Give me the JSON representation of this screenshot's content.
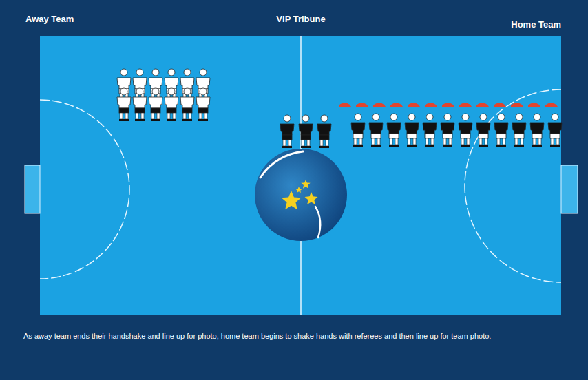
{
  "diagram": {
    "caption": "As away team ends their handshake and line up for photo, home team begins to shake hands with referees and then line up for team photo.",
    "labels": [
      "Away Team",
      "VIP Tribune",
      "Home Team"
    ]
  }
}
